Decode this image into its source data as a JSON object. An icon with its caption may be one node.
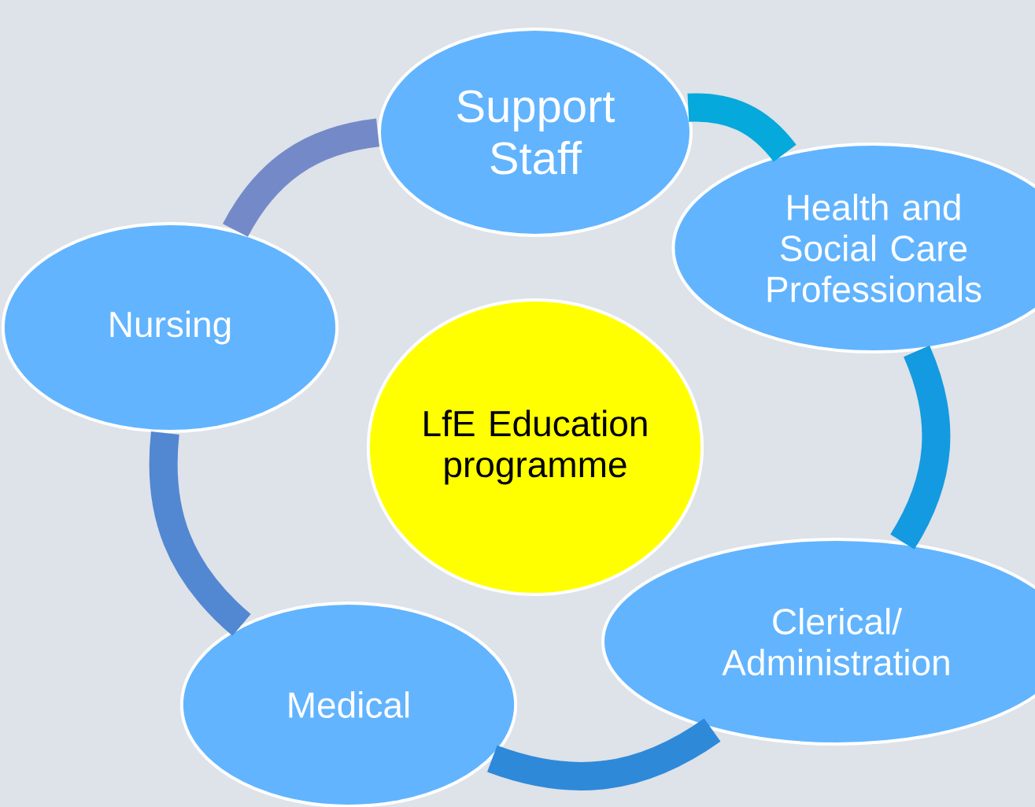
{
  "diagram": {
    "nodes": [
      {
        "text": [
          "LfE Education programme"
        ]
      },
      {
        "text": [
          "Support Staff"
        ]
      },
      {
        "text": [
          "Health and Social Care Professionals"
        ]
      },
      {
        "text": [
          "Clerical/ Administration"
        ]
      },
      {
        "text": [
          "Medical"
        ]
      },
      {
        "text": [
          "Nursing"
        ]
      }
    ],
    "edges": [
      {
        "from": 1,
        "to": 2,
        "arrow": "none",
        "color": "#05a9dc"
      },
      {
        "from": 2,
        "to": 3,
        "arrow": "none",
        "color": "#149ae0"
      },
      {
        "from": 3,
        "to": 4,
        "arrow": "none",
        "color": "#2e89d9"
      },
      {
        "from": 4,
        "to": 5,
        "arrow": "none",
        "color": "#5287d2"
      },
      {
        "from": 5,
        "to": 1,
        "arrow": "none",
        "color": "#748ac8"
      }
    ]
  }
}
